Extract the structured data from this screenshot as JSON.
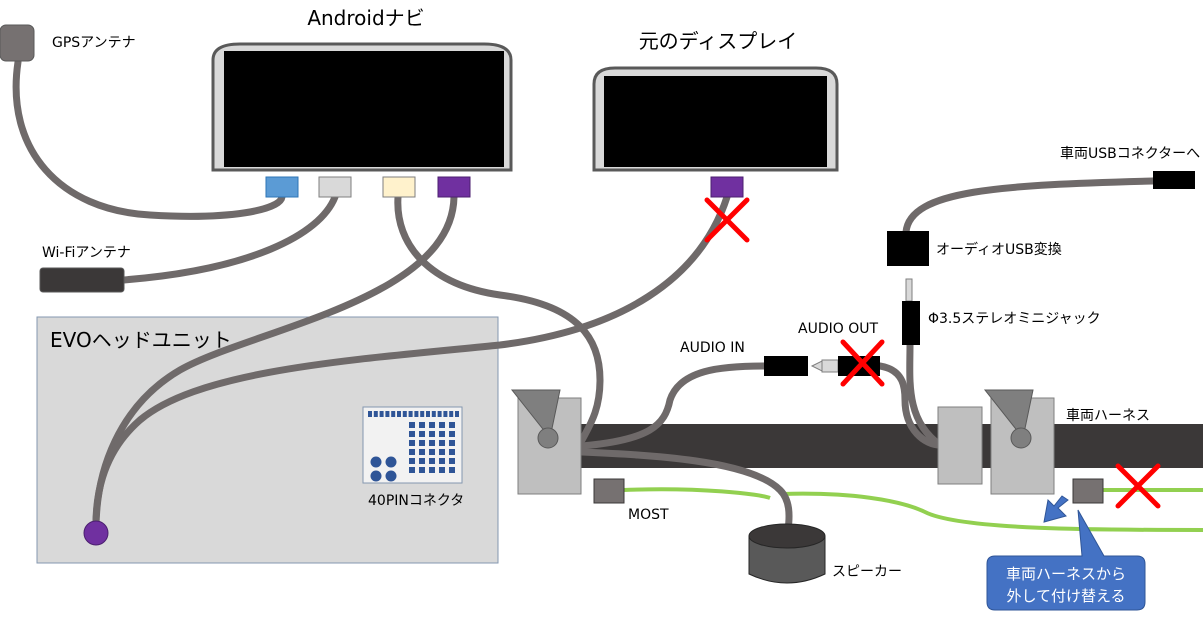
{
  "labels": {
    "android_nav": "Androidナビ",
    "original_display": "元のディスプレイ",
    "gps_antenna": "GPSアンテナ",
    "wifi_antenna": "Wi-Fiアンテナ",
    "evo_head_unit": "EVOヘッドユニット",
    "pin_connector": "40PINコネクタ",
    "most": "MOST",
    "speaker": "スピーカー",
    "audio_in": "AUDIO IN",
    "audio_out": "AUDIO OUT",
    "stereo_jack": "Φ3.5ステレオミニジャック",
    "audio_usb": "オーディオUSB変換",
    "vehicle_usb": "車両USBコネクターへ",
    "vehicle_harness": "車両ハーネス",
    "callout_line1": "車両ハーネスから",
    "callout_line2": "外して付け替える"
  },
  "colors": {
    "cable": "#6f6a6a",
    "green_line": "#92d050",
    "cross": "#ff0000",
    "port_blue": "#5b9bd5",
    "port_gray": "#d9d9d9",
    "port_cream": "#fff2cc",
    "port_purple": "#7030a0",
    "callout": "#4472c4",
    "harness": "#3b3838"
  },
  "icons": {
    "cross": "cross-icon",
    "arrow": "down-left-arrow-icon"
  }
}
